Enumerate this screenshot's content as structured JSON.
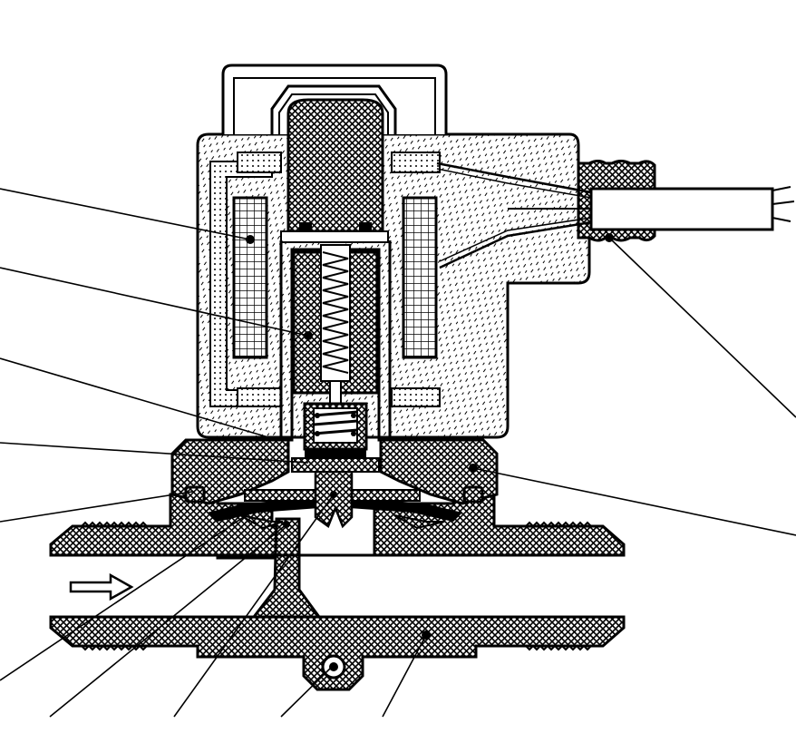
{
  "diagram": {
    "kind": "cross-section",
    "subject": "solenoid-valve",
    "flow_direction": "left-to-right",
    "colors": {
      "ink": "#000000",
      "paper": "#ffffff",
      "crosshatch": "#000000",
      "diagonal_hatch": "#000000"
    },
    "parts": [
      {
        "id": "coil",
        "icon": "coil-winding-icon"
      },
      {
        "id": "plunger",
        "icon": "plunger-icon"
      },
      {
        "id": "plunger-tube",
        "icon": "tube-icon"
      },
      {
        "id": "fixed-core",
        "icon": "core-icon"
      },
      {
        "id": "body-cover",
        "icon": "cover-icon"
      },
      {
        "id": "o-ring",
        "icon": "ring-icon"
      },
      {
        "id": "diaphragm",
        "icon": "diaphragm-icon"
      },
      {
        "id": "pilot-orifice",
        "icon": "orifice-icon"
      },
      {
        "id": "main-seat",
        "icon": "seat-icon"
      },
      {
        "id": "valve-body",
        "icon": "body-icon"
      },
      {
        "id": "mounting-hole",
        "icon": "hole-icon"
      },
      {
        "id": "cable-gland",
        "icon": "gland-icon"
      },
      {
        "id": "flow-arrow",
        "icon": "arrow-right-icon"
      }
    ]
  }
}
